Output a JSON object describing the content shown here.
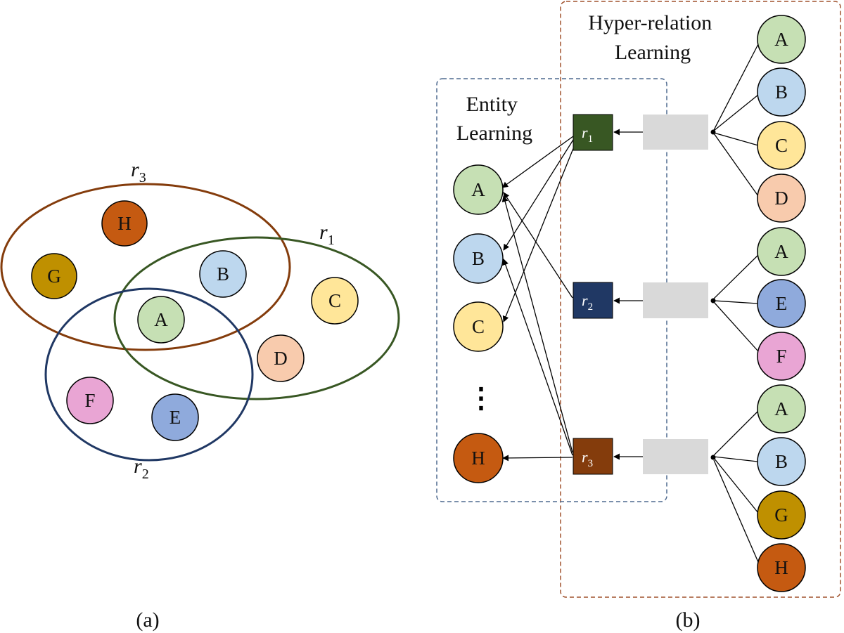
{
  "colors": {
    "A": "#c6e0b4",
    "B": "#bdd7ee",
    "C": "#ffe699",
    "D": "#f8cbad",
    "E": "#8faadc",
    "F": "#e9a5d4",
    "G": "#bf9000",
    "H": "#c55a11",
    "r1": "#385723",
    "r2": "#203864",
    "r3": "#843c0c",
    "hyper_box_border": "#a0522d",
    "entity_box_border": "#4f6a8f",
    "aggregator": "#d9d9d9"
  },
  "panel_a": {
    "caption": "(a)",
    "relations": [
      {
        "id": "r1",
        "main": "r",
        "sub": "1"
      },
      {
        "id": "r2",
        "main": "r",
        "sub": "2"
      },
      {
        "id": "r3",
        "main": "r",
        "sub": "3"
      }
    ],
    "entities": [
      "H",
      "G",
      "B",
      "A",
      "C",
      "D",
      "F",
      "E"
    ]
  },
  "panel_b": {
    "caption": "(b)",
    "entity_learning_title": [
      "Entity",
      "Learning"
    ],
    "hyper_relation_title": [
      "Hyper-relation",
      "Learning"
    ],
    "entity_column": [
      "A",
      "B",
      "C",
      "⋮",
      "H"
    ],
    "relation_nodes": [
      {
        "id": "r1",
        "main": "r",
        "sub": "1"
      },
      {
        "id": "r2",
        "main": "r",
        "sub": "2"
      },
      {
        "id": "r3",
        "main": "r",
        "sub": "3"
      }
    ],
    "hyperedges": [
      {
        "relation": "r1",
        "members": [
          "A",
          "B",
          "C",
          "D"
        ]
      },
      {
        "relation": "r2",
        "members": [
          "A",
          "E",
          "F"
        ]
      },
      {
        "relation": "r3",
        "members": [
          "A",
          "B",
          "G",
          "H"
        ]
      }
    ]
  }
}
